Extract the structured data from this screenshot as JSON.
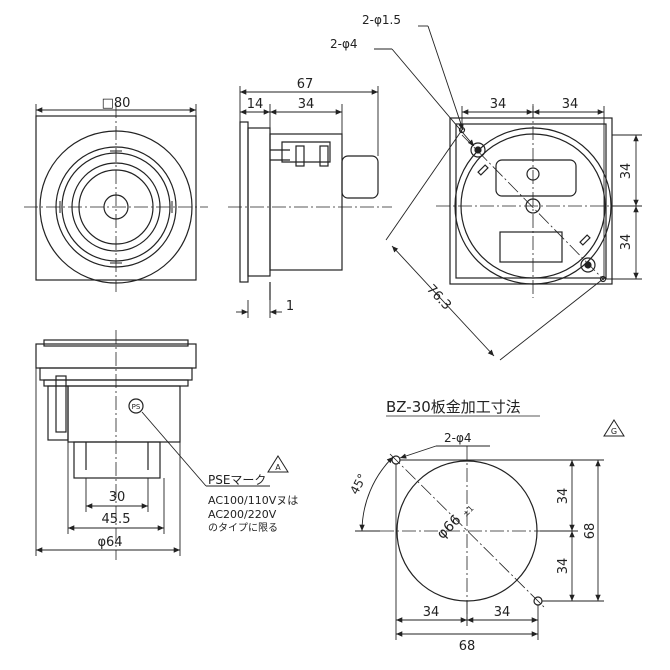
{
  "front_view": {
    "width_label": "□80"
  },
  "side_view": {
    "overall_depth": "67",
    "flange_depth": "14",
    "body_depth": "34",
    "panel_thickness": "1"
  },
  "rear_view": {
    "screw_hole_label": "2-φ1.5",
    "mount_hole_label": "2-φ4",
    "half_width_left": "34",
    "half_width_right": "34",
    "half_height_top": "34",
    "half_height_bottom": "34",
    "diagonal": "76.3"
  },
  "bottom_view": {
    "width_30": "30",
    "width_45_5": "45.5",
    "diameter_64": "φ64",
    "mark_note_title": "PSEマーク",
    "mark_note_line1": "AC100/110Vヌは",
    "mark_note_line2": "AC200/220V",
    "mark_note_line3": "のタイプに限る"
  },
  "panel_cutout": {
    "title": "BZ-30板金加工寸法",
    "hole_label": "2-φ4",
    "angle": "45°",
    "diameter": "φ66",
    "tolerance": "±1",
    "vertical_top": "34",
    "vertical_bottom": "34",
    "vertical_total": "68",
    "horizontal_left": "34",
    "horizontal_right": "34",
    "horizontal_total": "68"
  }
}
